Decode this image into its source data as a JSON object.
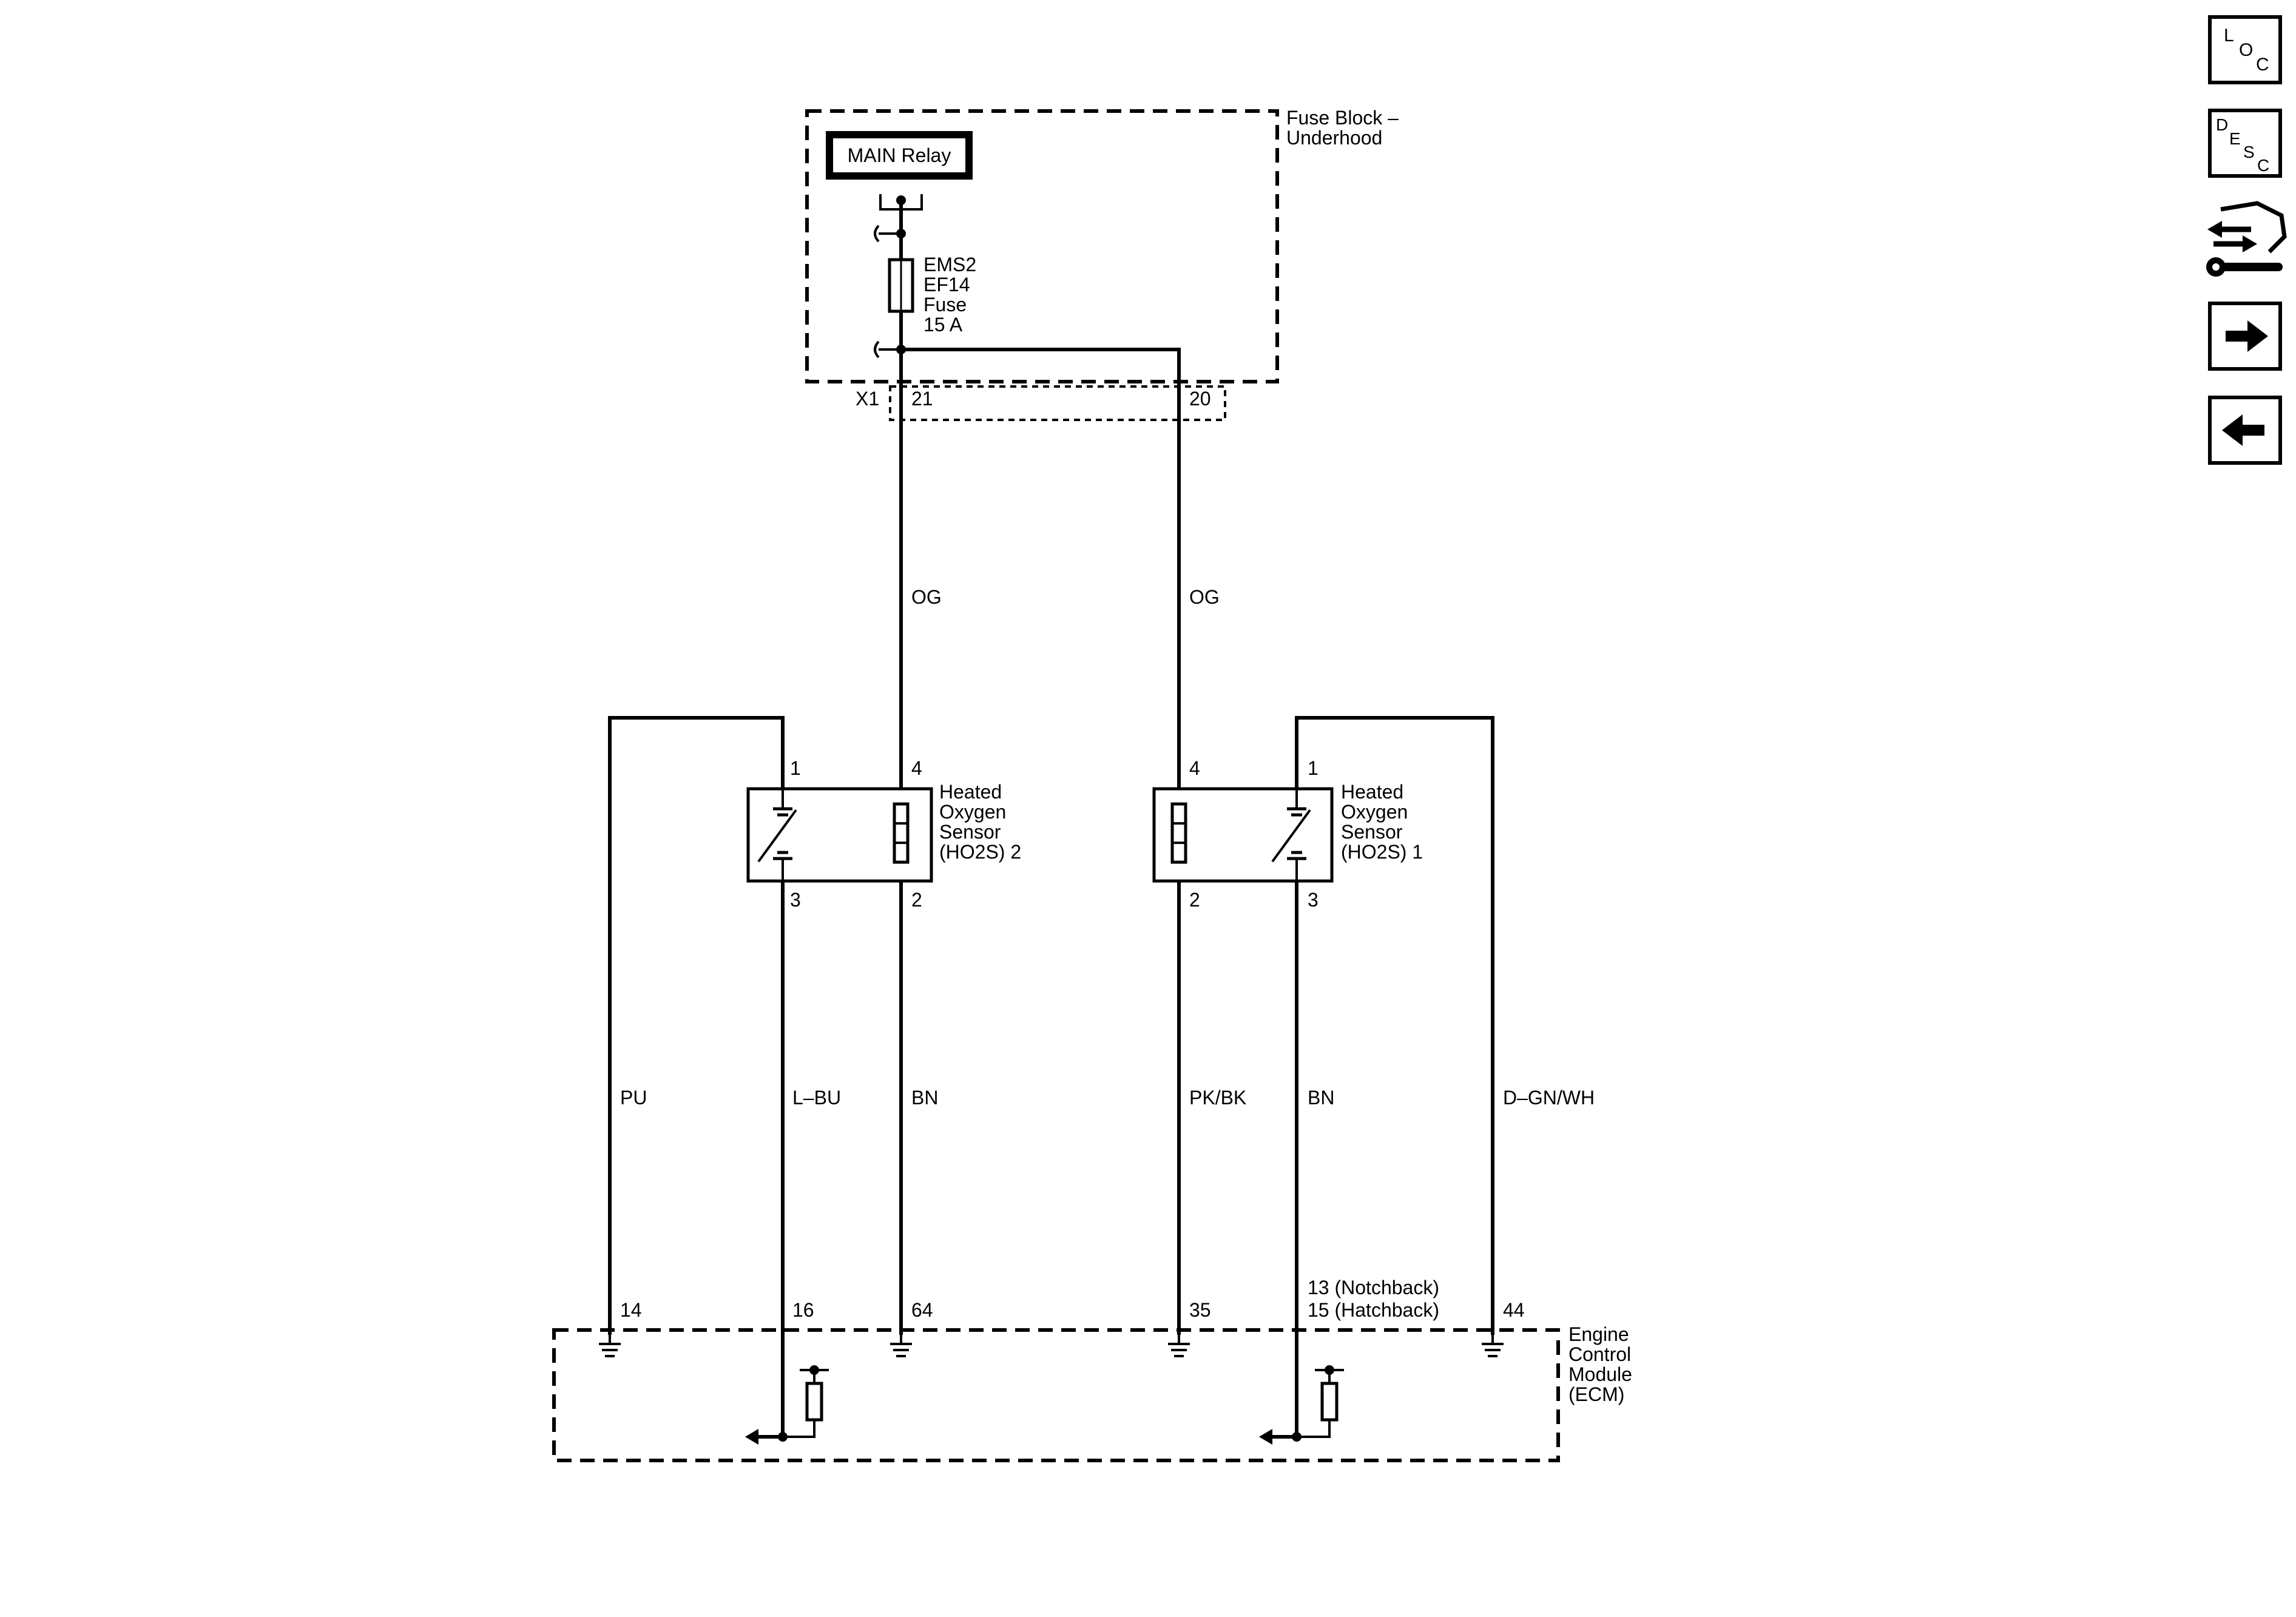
{
  "fuse_block": {
    "label_line1": "Fuse Block –",
    "label_line2": "Underhood",
    "relay_label": "MAIN Relay",
    "fuse_line1": "EMS2",
    "fuse_line2": "EF14",
    "fuse_line3": "Fuse",
    "fuse_line4": "15 A",
    "connector": "X1",
    "pin_a": "21",
    "pin_b": "20"
  },
  "wires": {
    "og_left": "OG",
    "og_right": "OG",
    "pu": "PU",
    "lbu": "L–BU",
    "bn_left": "BN",
    "pkbk": "PK/BK",
    "bn_right": "BN",
    "dgnwh": "D–GN/WH"
  },
  "sensor2": {
    "pin1": "1",
    "pin4": "4",
    "pin3": "3",
    "pin2": "2",
    "label_line1": "Heated",
    "label_line2": "Oxygen",
    "label_line3": "Sensor",
    "label_line4": "(HO2S) 2"
  },
  "sensor1": {
    "pin4": "4",
    "pin1": "1",
    "pin2": "2",
    "pin3": "3",
    "label_line1": "Heated",
    "label_line2": "Oxygen",
    "label_line3": "Sensor",
    "label_line4": "(HO2S) 1"
  },
  "ecm": {
    "label_line1": "Engine",
    "label_line2": "Control",
    "label_line3": "Module",
    "label_line4": "(ECM)",
    "pin_14": "14",
    "pin_16": "16",
    "pin_64": "64",
    "pin_35": "35",
    "pin_13": "13 (Notchback)",
    "pin_15": "15 (Hatchback)",
    "pin_44": "44"
  },
  "nav": {
    "loc_l": "L",
    "loc_o": "O",
    "loc_c": "C",
    "desc_d": "D",
    "desc_e": "E",
    "desc_s": "S",
    "desc_c": "C",
    "icons": [
      "loc-icon",
      "desc-icon",
      "connector-repair-icon",
      "next-arrow-icon",
      "previous-arrow-icon"
    ]
  }
}
